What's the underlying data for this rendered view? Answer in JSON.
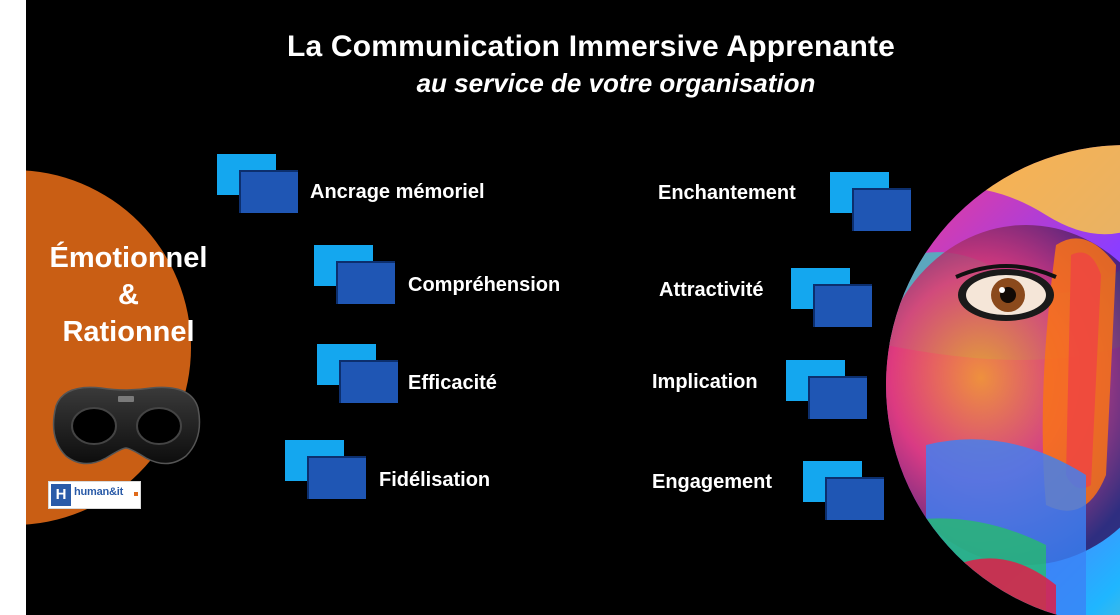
{
  "header": {
    "title": "La Communication Immersive Apprenante",
    "subtitle": "au service de votre organisation"
  },
  "left_panel": {
    "label_lines": [
      "Émotionnel",
      "&",
      "Rationnel"
    ],
    "accent_color": "#c95e14",
    "logo_text": "human&it"
  },
  "benefits_left": [
    {
      "label": "Ancrage mémoriel"
    },
    {
      "label": "Compréhension"
    },
    {
      "label": "Efficacité"
    },
    {
      "label": "Fidélisation"
    }
  ],
  "benefits_right": [
    {
      "label": "Enchantement"
    },
    {
      "label": "Attractivité"
    },
    {
      "label": "Implication"
    },
    {
      "label": "Engagement"
    }
  ],
  "icon_colors": {
    "back": "#14a7ef",
    "front": "#1f56b4"
  },
  "icons": [
    "vr-headset-icon",
    "overlapping-squares-icon",
    "painted-face-image"
  ]
}
